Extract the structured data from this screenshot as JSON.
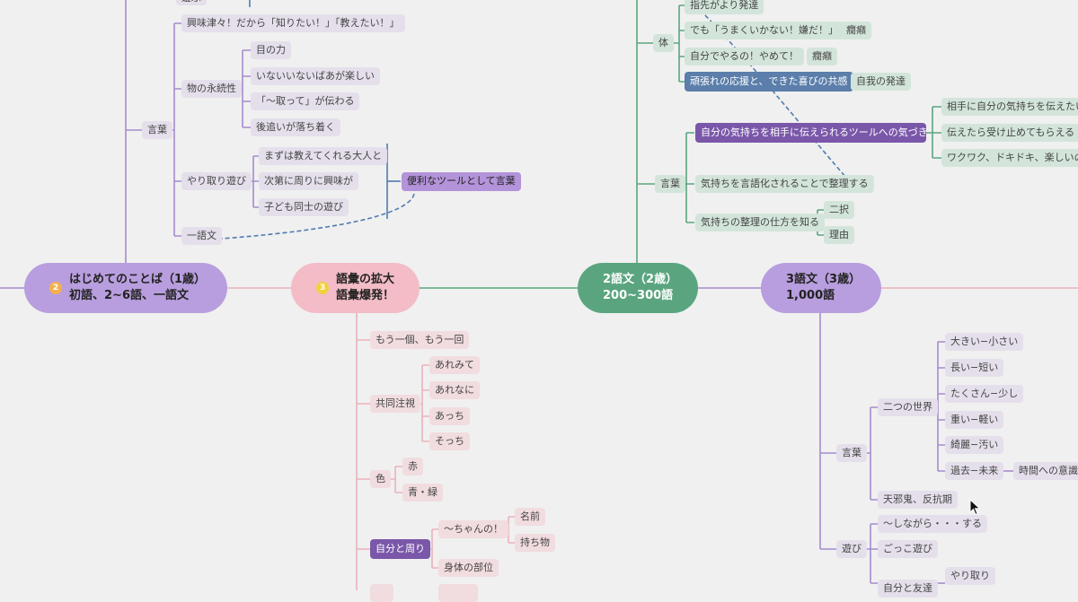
{
  "hubs": {
    "h1": {
      "num": "2",
      "line1": "はじめてのことば（1歳）",
      "line2": "初語、2~6語、一語文",
      "color": "#b89ede"
    },
    "h2": {
      "num": "3",
      "line1": "語彙の拡大",
      "line2": "語彙爆発！",
      "color": "#f3bcc6"
    },
    "h3": {
      "line1": "2語文（2歳）",
      "line2": "200~300語",
      "color": "#5aa57f"
    },
    "h4": {
      "line1": "3語文（3歳）",
      "line2": "1,000語",
      "color": "#b89ede"
    }
  },
  "topleft": {
    "partial": "遊ぶ",
    "kyomi": "興味津々！だから「知りたい！」「教えたい！」",
    "kotoba": "言葉",
    "eizokusei": "物の永続性",
    "eizoku_items": [
      "目の力",
      "いないいないばあが楽しい",
      "「〜取って」が伝わる",
      "後追いが落ち着く"
    ],
    "yaritori": "やり取り遊び",
    "yaritori_items": [
      "まずは教えてくれる大人と",
      "次第に周りに興味が",
      "子ども同士の遊び"
    ],
    "tool": "便利なツールとして言葉",
    "ichigobun": "一語文"
  },
  "midbottom": {
    "mouikko": "もう一個、もう一回",
    "kyodo": "共同注視",
    "kyodo_items": [
      "あれみて",
      "あれなに",
      "あっち",
      "そっち"
    ],
    "iro": "色",
    "iro_items": [
      "赤",
      "青・緑"
    ],
    "jibun": "自分と周り",
    "chan": "〜ちゃんの！",
    "chan_items": [
      "名前",
      "持ち物"
    ],
    "shintai": "身体の部位"
  },
  "topright": {
    "karada": "体",
    "karada_items": [
      "指先がより発達",
      "でも「うまくいかない！嫌だ！」",
      "自分でやるの！やめて！",
      "頑張れの応援と、できた喜びの共感"
    ],
    "kanshaku": "癇癪",
    "jiga": "自我の発達",
    "kotoba": "言葉",
    "tool": "自分の気持ちを相手に伝えられるツールへの気づき",
    "tool_items": [
      "相手に自分の気持ちを伝えたい",
      "伝えたら受け止めてもらえる",
      "ワクワク、ドキドキ、楽しいの共"
    ],
    "gengoka": "気持ちを言語化されることで整理する",
    "seiri": "気持ちの整理の仕方を知る",
    "seiri_items": [
      "二択",
      "理由"
    ]
  },
  "bottomright": {
    "kotoba": "言葉",
    "sekai": "二つの世界",
    "sekai_items": [
      "大きい−小さい",
      "長い−短い",
      "たくさん−少し",
      "重い−軽い",
      "綺麗−汚い",
      "過去−未来"
    ],
    "jikan": "時間への意識の",
    "amanojaku": "天邪鬼、反抗期",
    "asobi": "遊び",
    "asobi_items": [
      "〜しながら・・・する",
      "ごっこ遊び",
      "自分と友達"
    ],
    "yaritori": "やり取り"
  },
  "colors": {
    "purple": "#a68bcd",
    "pink": "#eab1bb",
    "green": "#5aa57f",
    "blue": "#4f7bb0"
  }
}
